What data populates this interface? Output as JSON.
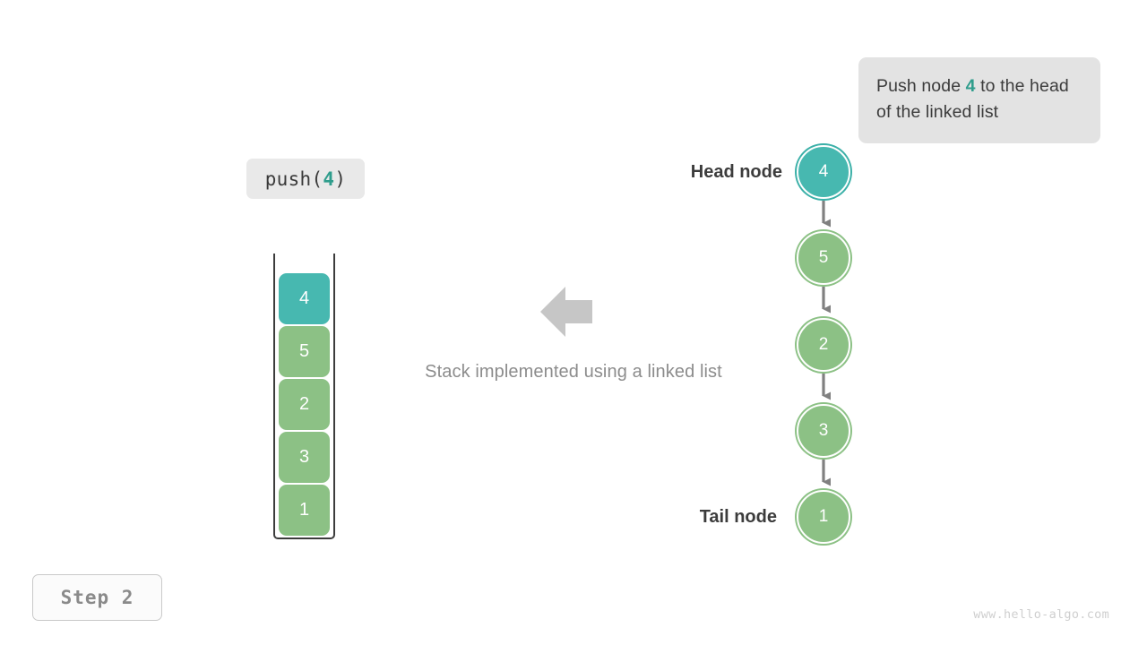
{
  "callout": {
    "text_before": "Push node ",
    "accent": "4",
    "text_after": " to the head of the linked list"
  },
  "operation": {
    "label_before": "push(",
    "accent": "4",
    "label_after": ")"
  },
  "stack": {
    "cells": [
      {
        "value": "4",
        "color": "#47b8b0",
        "style": "teal"
      },
      {
        "value": "5",
        "color": "#8cc185",
        "style": "green"
      },
      {
        "value": "2",
        "color": "#8cc185",
        "style": "green"
      },
      {
        "value": "3",
        "color": "#8cc185",
        "style": "green"
      },
      {
        "value": "1",
        "color": "#8cc185",
        "style": "green"
      }
    ]
  },
  "arrow": {
    "direction": "left",
    "color": "#c6c6c6"
  },
  "caption": "Stack implemented using a linked list",
  "linked_list": {
    "head_label": "Head node",
    "tail_label": "Tail node",
    "nodes": [
      {
        "value": "4",
        "style": "teal",
        "color": "#47b8b0"
      },
      {
        "value": "5",
        "style": "green",
        "color": "#8cc185"
      },
      {
        "value": "2",
        "style": "green",
        "color": "#8cc185"
      },
      {
        "value": "3",
        "style": "green",
        "color": "#8cc185"
      },
      {
        "value": "1",
        "style": "green",
        "color": "#8cc185"
      }
    ],
    "connector_color": "#808080"
  },
  "step_badge": "Step 2",
  "watermark": "www.hello-algo.com",
  "colors": {
    "accent_teal": "#2f9d8c",
    "node_green": "#8cc185",
    "node_teal": "#47b8b0",
    "callout_bg": "#e3e3e3",
    "text_dark": "#3c3c3c",
    "text_muted": "#8c8c8c"
  }
}
